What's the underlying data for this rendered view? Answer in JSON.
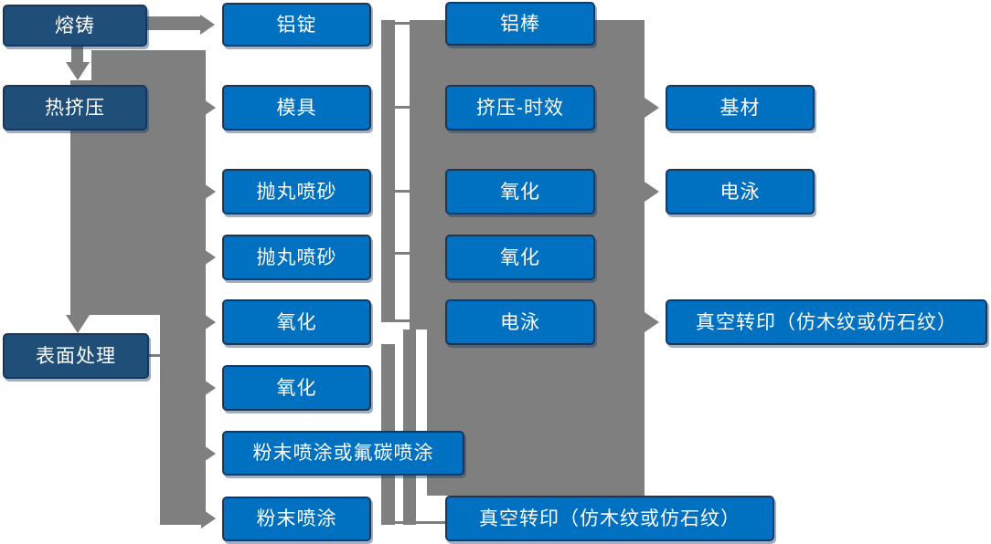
{
  "diagram": {
    "description": "Aluminium profile production process flowchart",
    "stage_column": [
      {
        "label": "熔铸"
      },
      {
        "label": "热挤压"
      },
      {
        "label": "表面处理"
      }
    ],
    "column2": [
      {
        "label": "铝锭"
      },
      {
        "label": "模具"
      },
      {
        "label": "抛丸喷砂"
      },
      {
        "label": "抛丸喷砂"
      },
      {
        "label": "氧化"
      },
      {
        "label": "氧化"
      },
      {
        "label": "粉末喷涂或氟碳喷涂"
      },
      {
        "label": "粉末喷涂"
      }
    ],
    "column3": [
      {
        "label": "铝棒"
      },
      {
        "label": "挤压-时效"
      },
      {
        "label": "氧化"
      },
      {
        "label": "氧化"
      },
      {
        "label": "电泳"
      },
      {
        "label": "真空转印（仿木纹或仿石纹）"
      }
    ],
    "column4": [
      {
        "label": "基材"
      },
      {
        "label": "电泳"
      },
      {
        "label": "真空转印（仿木纹或仿石纹）"
      }
    ]
  },
  "colors": {
    "primary_blue": "#0070C0",
    "dark_navy": "#1F4E79",
    "border_navy": "#17375E",
    "connector_gray": "#7F7F7F",
    "text_white": "#FFFFFF"
  }
}
